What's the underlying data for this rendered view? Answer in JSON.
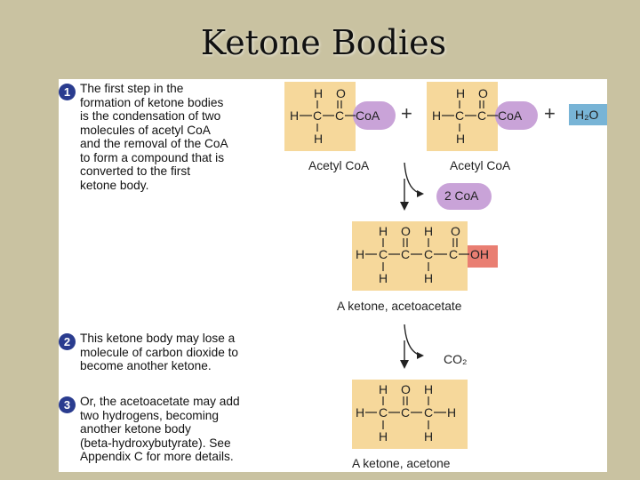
{
  "title": "Ketone Bodies",
  "steps": [
    {
      "num": "1",
      "text": "The first step in the\nformation of ketone bodies\nis the condensation of two\nmolecules of acetyl CoA\nand the removal of the CoA\nto form a compound that is\nconverted to the first\nketone body."
    },
    {
      "num": "2",
      "text": "This ketone body may lose a\nmolecule of carbon dioxide to\nbecome another ketone."
    },
    {
      "num": "3",
      "text": "Or, the acetoacetate may add\ntwo hydrogens, becoming\nanother ketone body\n(beta-hydroxybutyrate). See\nAppendix C for more details."
    }
  ],
  "reaction": {
    "acetyl_label": "Acetyl CoA",
    "coa": "CoA",
    "h2o": "H₂O",
    "plus": "+",
    "released_coa": "2 CoA",
    "acetoacetate_label": "A ketone, acetoacetate",
    "oh": "OH",
    "co2": "CO₂",
    "acetone_label": "A ketone, acetone"
  },
  "colors": {
    "carbon_box": "#f6d89b",
    "coa_pill": "#c9a3d8",
    "water_box": "#78b4d6",
    "hydroxyl_box": "#e97e72",
    "badge": "#2a3c8f",
    "slide_background": "#c9c2a1"
  }
}
